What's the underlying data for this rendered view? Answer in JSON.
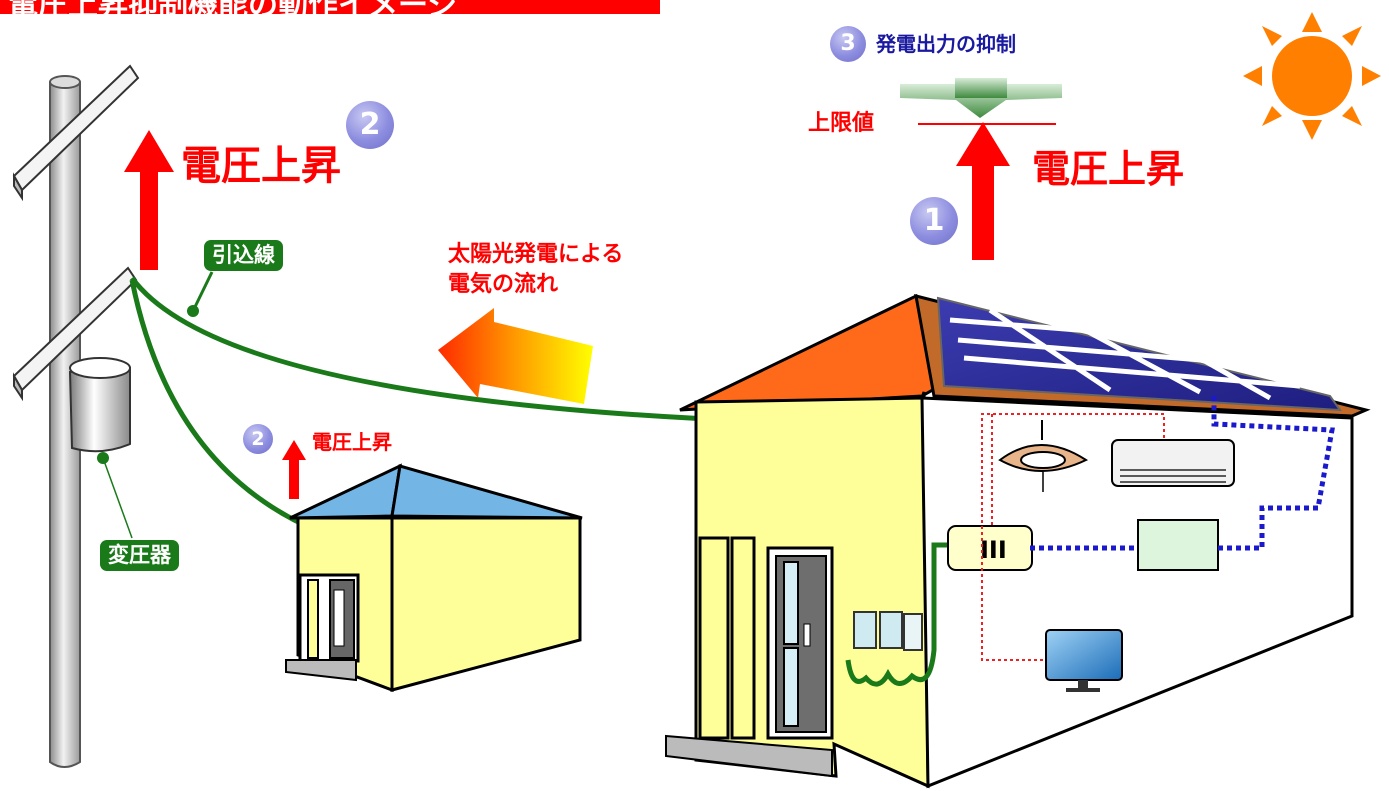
{
  "title": "電圧上昇抑制機能の動作イメージ",
  "labels": {
    "voltage_rise": "電圧上昇",
    "upper_limit": "上限値",
    "output_suppression": "発電出力の抑制",
    "solar_flow_line1": "太陽光発電による",
    "solar_flow_line2": "電気の流れ",
    "service_wire": "引込線",
    "transformer": "変圧器"
  },
  "steps": {
    "step1": "1",
    "step2": "2",
    "step3": "3"
  },
  "colors": {
    "red_text": "#ff0000",
    "green_wire": "#1a7a1a",
    "step_circle": "#8d8de0",
    "sun": "#ff8000",
    "roof_orange": "#ff6a1a",
    "roof_blue": "#73b6e6",
    "wall_yellow": "#ffff99",
    "solar_panel": "#2b2b9a",
    "navy_text": "#1a1aa0"
  }
}
